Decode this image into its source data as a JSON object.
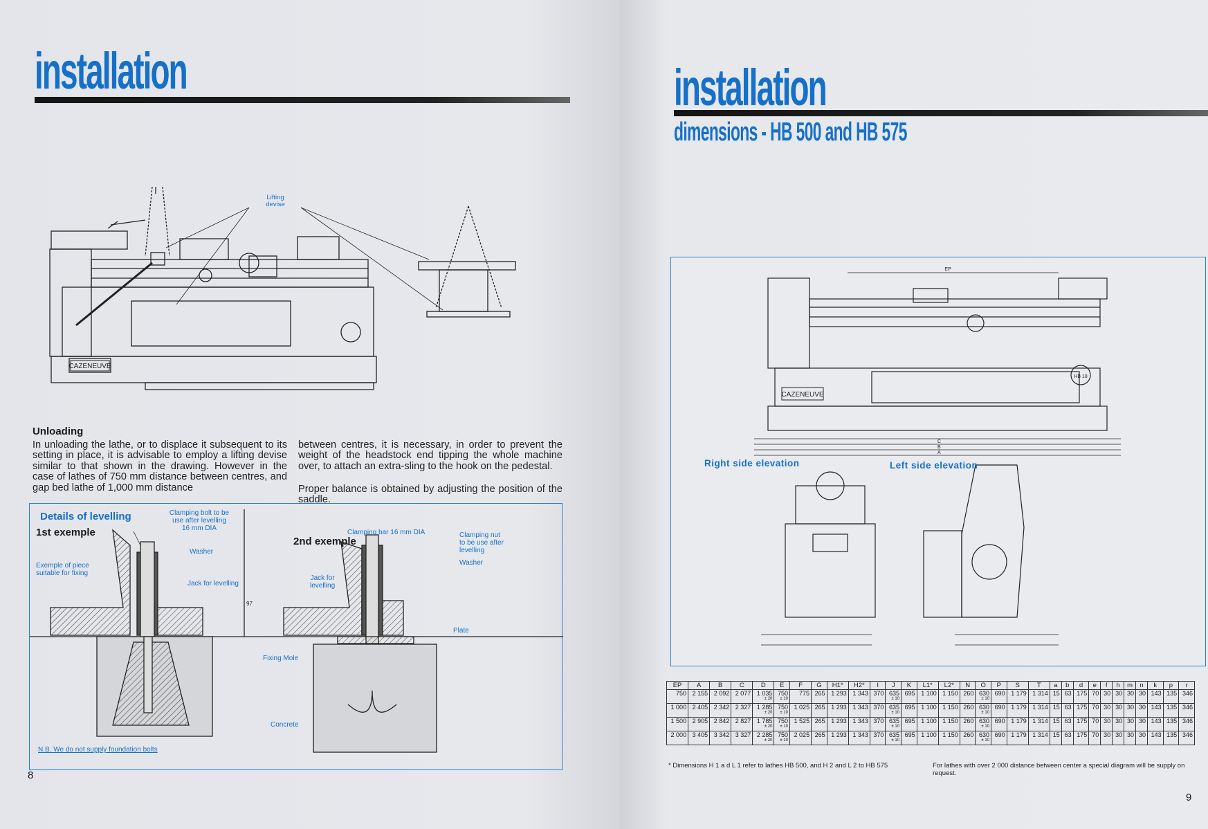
{
  "left_page": {
    "title": "installation",
    "drawing": {
      "lifting_label_1": "Lifting",
      "lifting_label_2": "devise",
      "brand": "CAZENEUVE"
    },
    "unloading": {
      "heading": "Unloading",
      "col1": "In unloading the lathe, or to displace it subsequent to its setting in place, it is advisable to employ a lifting devise similar to that shown in the drawing.  However in the case of lathes of 750 mm distance between centres, and gap bed lathe of 1,000 mm distance",
      "col2_p1": "between centres, it is necessary, in order to prevent the weight of the headstock end tipping the whole machine over, to attach an extra-sling to the hook on the pedestal.",
      "col2_p2": "Proper balance is obtained by adjusting the position of the saddle."
    },
    "levelling": {
      "heading": "Details of levelling",
      "ex1": "1st exemple",
      "ex2": "2nd exemple",
      "bolt_1": "Clamping bolt to be",
      "bolt_2": "use after levelling",
      "bolt_3": "16 mm DIA",
      "washer1": "Washer",
      "piece_1": "Exemple of piece",
      "piece_2": "suitable for fixing",
      "jack1": "Jack for levelling",
      "dim": "97",
      "bar": "Clamping bar 16 mm DIA",
      "nut_1": "Clamping nut",
      "nut_2": "to be use after",
      "nut_3": "levelling",
      "washer2": "Washer",
      "jack2_1": "Jack for",
      "jack2_2": "levelling",
      "plate": "Plate",
      "mole": "Fixing Mole",
      "concrete": "Concrete",
      "nb": "N.B. We do not supply foundation bolts"
    },
    "page_number": "8"
  },
  "right_page": {
    "title": "installation",
    "subtitle": "dimensions - HB 500 and HB 575",
    "drawing": {
      "brand": "CAZENEUVE",
      "badge": "HB 18",
      "ep": "EP",
      "a": "A",
      "b": "B",
      "c": "C",
      "right_label": "Right side elevation",
      "left_label": "Left side elevation"
    },
    "table": {
      "headers": [
        "EP",
        "A",
        "B",
        "C",
        "D",
        "E",
        "F",
        "G",
        "H1*",
        "H2*",
        "I",
        "J",
        "K",
        "L1*",
        "L2*",
        "N",
        "O",
        "P",
        "S",
        "T",
        "a",
        "b",
        "d",
        "e",
        "f",
        "h",
        "m",
        "n",
        "k",
        "p",
        "r"
      ],
      "tolerances": {
        "D": "± 20",
        "E": "± 10",
        "J": "± 10",
        "O": "± 10"
      },
      "rows": [
        [
          "750",
          "2 155",
          "2 092",
          "2 077",
          "1 035",
          "750",
          "775",
          "265",
          "1 293",
          "1 343",
          "370",
          "635",
          "695",
          "1 100",
          "1 150",
          "260",
          "630",
          "690",
          "1 179",
          "1 314",
          "15",
          "63",
          "175",
          "70",
          "30",
          "30",
          "30",
          "30",
          "143",
          "135",
          "346"
        ],
        [
          "1 000",
          "2 405",
          "2 342",
          "2 327",
          "1 285",
          "750",
          "1 025",
          "265",
          "1 293",
          "1 343",
          "370",
          "635",
          "695",
          "1 100",
          "1 150",
          "260",
          "630",
          "690",
          "1 179",
          "1 314",
          "15",
          "63",
          "175",
          "70",
          "30",
          "30",
          "30",
          "30",
          "143",
          "135",
          "346"
        ],
        [
          "1 500",
          "2 905",
          "2 842",
          "2 827",
          "1 785",
          "750",
          "1 525",
          "265",
          "1 293",
          "1 343",
          "370",
          "635",
          "695",
          "1 100",
          "1 150",
          "260",
          "630",
          "690",
          "1 179",
          "1 314",
          "15",
          "63",
          "175",
          "70",
          "30",
          "30",
          "30",
          "30",
          "143",
          "135",
          "346"
        ],
        [
          "2 000",
          "3 405",
          "3 342",
          "3 327",
          "2 285",
          "750",
          "2 025",
          "265",
          "1 293",
          "1 343",
          "370",
          "635",
          "695",
          "1 100",
          "1 150",
          "260",
          "630",
          "690",
          "1 179",
          "1 314",
          "15",
          "63",
          "175",
          "70",
          "30",
          "30",
          "30",
          "30",
          "143",
          "135",
          "346"
        ]
      ]
    },
    "footnote_1": "* Dimensions H 1 a d L 1 refer to lathes HB 500, and H 2 and L 2 to HB 575",
    "footnote_2": "For lathes with over 2 000 distance between center a special diagram will be supply on request.",
    "page_number": "9"
  },
  "colors": {
    "accent": "#1670c8",
    "frame": "#2a80cc",
    "paper": "#e4e6ea"
  }
}
